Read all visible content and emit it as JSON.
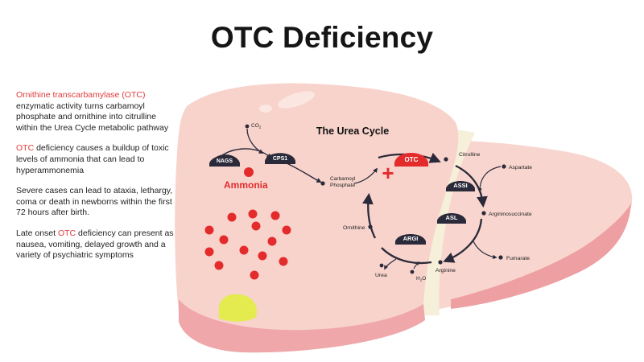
{
  "title": "OTC Deficiency",
  "colors": {
    "accent_red": "#e23b3b",
    "liver_light": "#f8d3cc",
    "liver_mid": "#f3b8b2",
    "liver_dark": "#e9999c",
    "bile_strip": "#f6efd9",
    "gallbladder": "#e3eb4f",
    "enzyme_badge": "#2b2a3a",
    "cycle_arrow": "#2b2a3a"
  },
  "notes": [
    {
      "highlight": "Ornithine transcarbamylase (OTC)",
      "text": "enzymatic activity turns carbamoyl phosphate and ornithine into citrulline within the Urea Cycle metabolic pathway"
    },
    {
      "highlight": "OTC",
      "text": " deficiency causes a buildup of toxic levels of ammonia that can lead to hyperammonemia"
    },
    {
      "highlight": "",
      "text": "Severe cases can lead to ataxia, lethargy, coma or death in newborns within the first 72 hours after birth."
    },
    {
      "pre": "Late onset ",
      "highlight": "OTC",
      "text": " deficiency can present as nausea, vomiting, delayed growth and a variety of psychiatric symptoms"
    }
  ],
  "diagram": {
    "cycle_title": "The Urea Cycle",
    "ammonia_label": "Ammonia",
    "co2_label": "CO",
    "co2_sub": "2",
    "enzymes": {
      "nags": "NAGS",
      "cps1": "CPS1",
      "otc": "OTC",
      "assi": "ASSI",
      "asl": "ASL",
      "arg1": "ARGI"
    },
    "metabolites": {
      "carbamoyl_line1": "Carbamoyl",
      "carbamoyl_line2": "Phosphate",
      "citrulline": "Citrulline",
      "aspartate": "Aspartate",
      "argininosuccinate": "Argininosuccinate",
      "fumarate": "Fumarate",
      "arginine": "Arginine",
      "ornithine": "Ornithine",
      "urea": "Urea",
      "water": "H",
      "water_sub": "2",
      "water_tail": "O"
    },
    "blocked_marker": "+"
  }
}
